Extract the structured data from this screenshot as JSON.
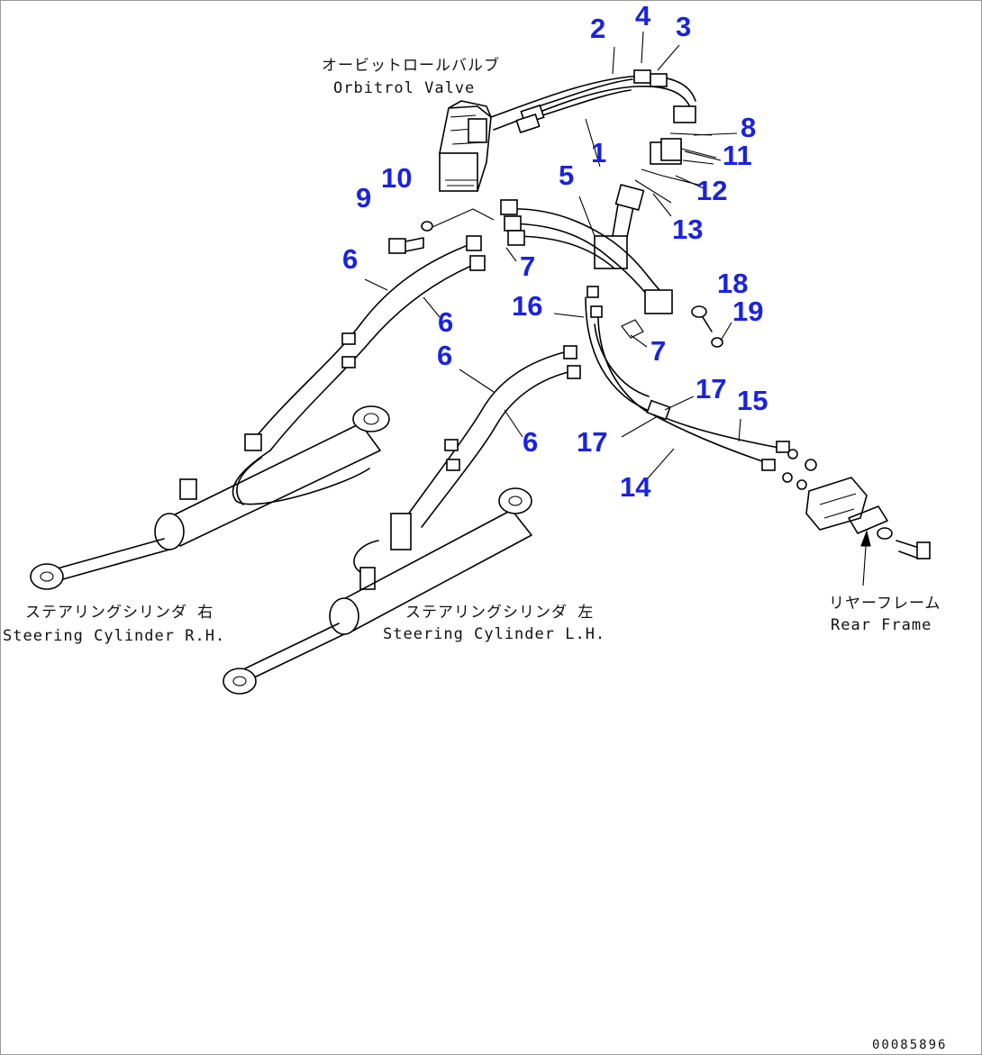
{
  "labels": {
    "orbitrol_jp": "オービットロールバルブ",
    "orbitrol_en": "Orbitrol Valve",
    "cyl_rh_jp": "ステアリングシリンダ 右",
    "cyl_rh_en": "Steering Cylinder R.H.",
    "cyl_lh_jp": "ステアリングシリンダ 左",
    "cyl_lh_en": "Steering Cylinder L.H.",
    "rear_jp": "リヤーフレーム",
    "rear_en": "Rear Frame"
  },
  "callouts": {
    "c1": "1",
    "c2": "2",
    "c3": "3",
    "c4": "4",
    "c5": "5",
    "c6a": "6",
    "c6b": "6",
    "c6c": "6",
    "c6d": "6",
    "c7a": "7",
    "c7b": "7",
    "c8": "8",
    "c9": "9",
    "c10": "10",
    "c11": "11",
    "c12": "12",
    "c13": "13",
    "c14": "14",
    "c15": "15",
    "c16": "16",
    "c17a": "17",
    "c17b": "17",
    "c18": "18",
    "c19": "19"
  },
  "drawing_code": "00085896",
  "colors": {
    "callout": "#1a22e0",
    "line": "#000000"
  }
}
